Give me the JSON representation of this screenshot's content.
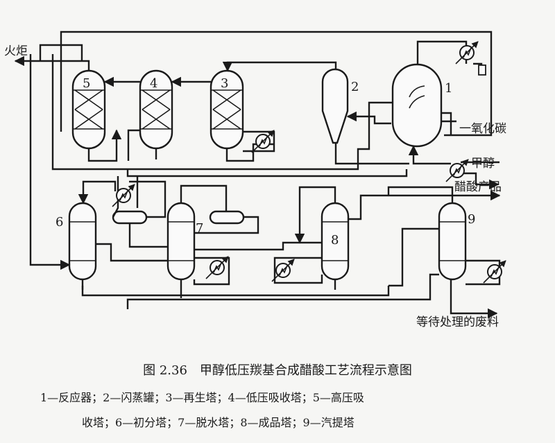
{
  "diagram": {
    "labels": {
      "flare": "火炬",
      "co": "一氧化碳",
      "methanol": "甲醇",
      "product": "醋酸产品",
      "waste": "等待处理的废料"
    },
    "units": [
      "1",
      "2",
      "3",
      "4",
      "5",
      "6",
      "7",
      "8",
      "9"
    ]
  },
  "caption": {
    "title": "图 2.36　甲醇低压羰基合成醋酸工艺流程示意图",
    "legend_line1": "1—反应器；2—闪蒸罐；3—再生塔；4—低压吸收塔；5—高压吸",
    "legend_line2": "收塔；6—初分塔；7—脱水塔；8—成品塔；9—汽提塔"
  }
}
